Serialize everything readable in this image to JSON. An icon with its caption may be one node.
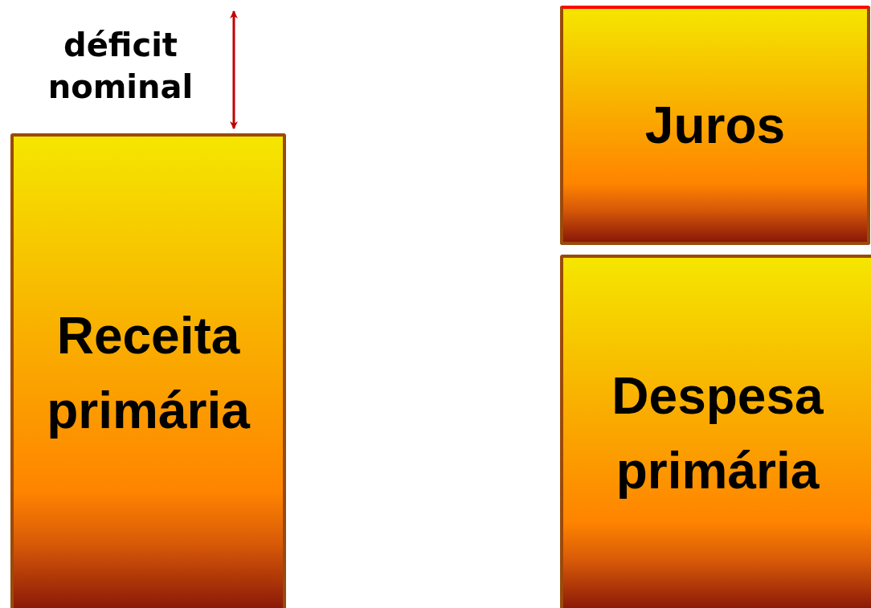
{
  "diagram": {
    "nodes": [
      {
        "text": [
          "Receita primária"
        ]
      },
      {
        "text": [
          "Juros"
        ]
      },
      {
        "text": [
          "Despesa primária"
        ]
      }
    ],
    "labels": [
      "déficit nominal"
    ]
  }
}
